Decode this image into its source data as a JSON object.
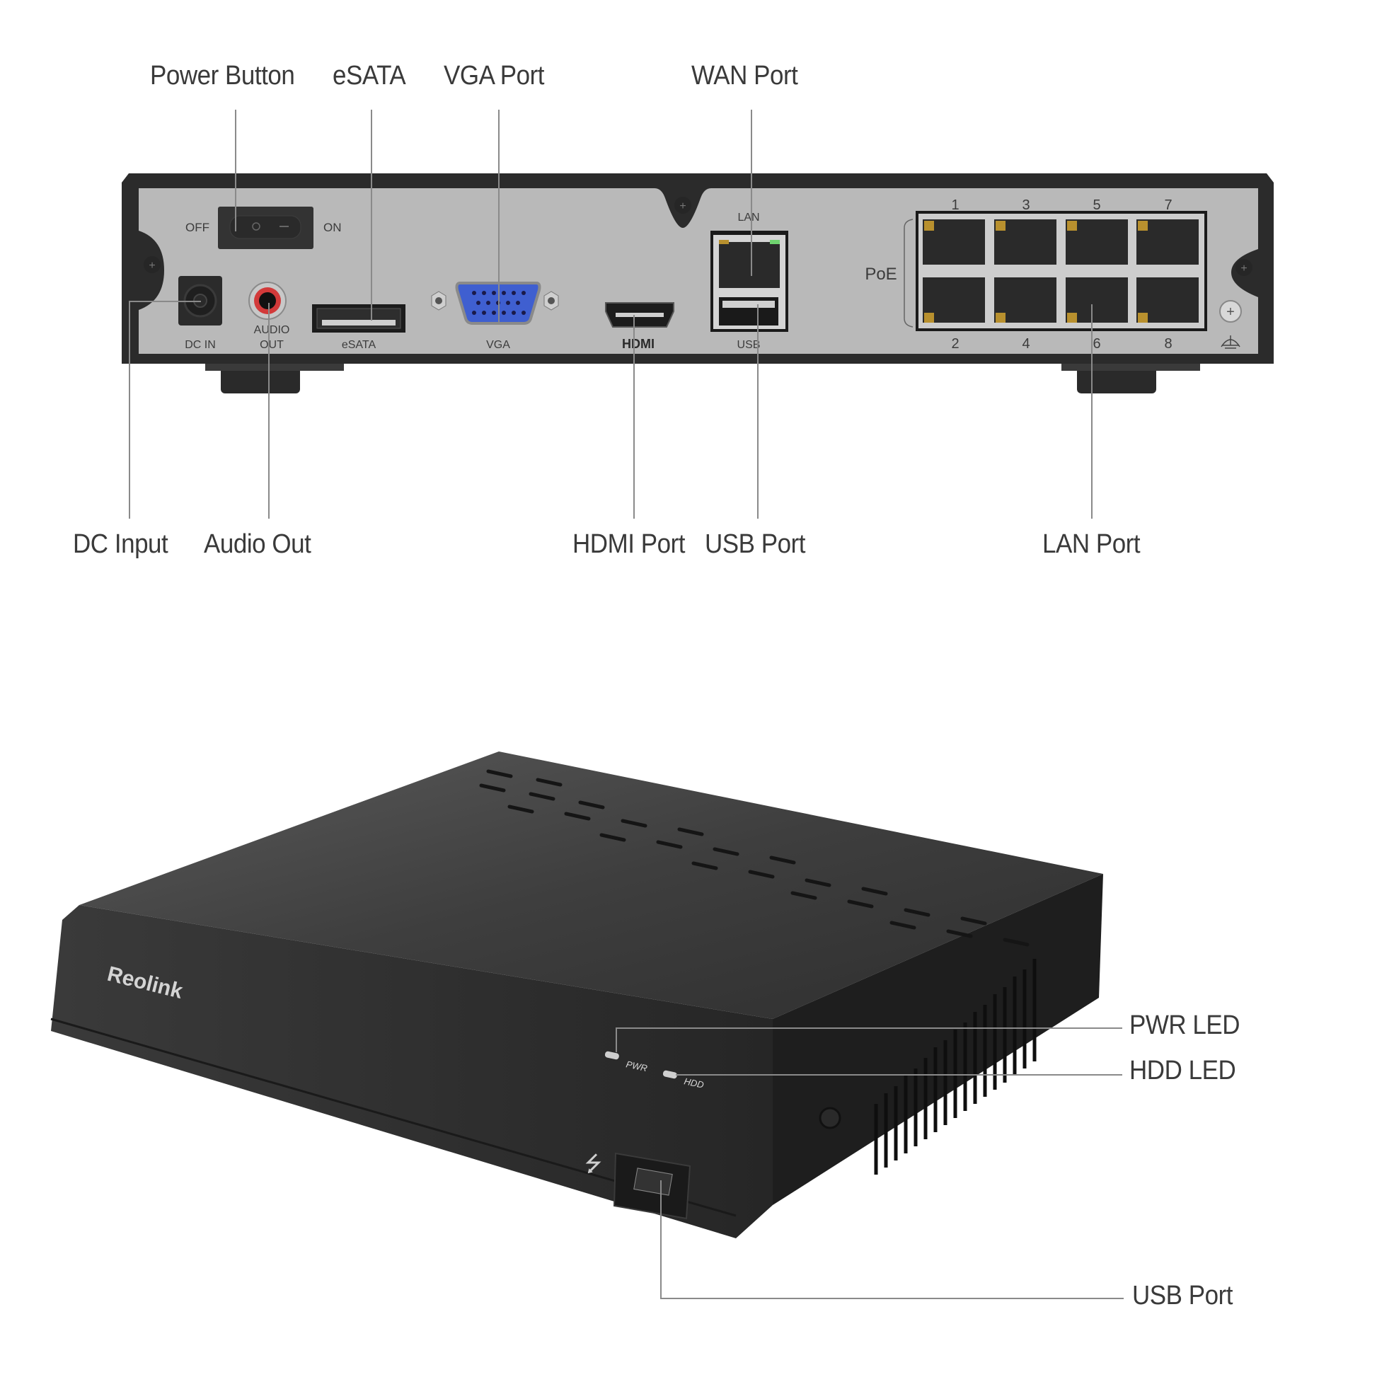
{
  "rear_view": {
    "callouts_top": [
      {
        "label": "Power Button"
      },
      {
        "label": "eSATA"
      },
      {
        "label": "VGA Port"
      },
      {
        "label": "WAN Port"
      }
    ],
    "callouts_bottom": [
      {
        "label": "DC Input"
      },
      {
        "label": "Audio Out"
      },
      {
        "label": "HDMI Port"
      },
      {
        "label": "USB Port"
      },
      {
        "label": "LAN Port"
      }
    ],
    "panel_markings": {
      "switch_off": "OFF",
      "switch_on": "ON",
      "dc_in": "DC IN",
      "audio_line1": "AUDIO",
      "audio_line2": "OUT",
      "esata": "eSATA",
      "vga": "VGA",
      "hdmi": "HDMI",
      "lan": "LAN",
      "usb": "USB",
      "poe": "PoE",
      "poe_ports_top": [
        "1",
        "3",
        "5",
        "7"
      ],
      "poe_ports_bottom": [
        "2",
        "4",
        "6",
        "8"
      ]
    },
    "colors": {
      "chassis": "#2b2b2b",
      "panel": "#b9b9b9",
      "vga_blue": "#3f5fd0",
      "audio_red": "#d23a3a",
      "led_green": "#6fd36f",
      "led_amber": "#b8902e"
    }
  },
  "front_view": {
    "brand": "Reolink",
    "leds": [
      {
        "label": "PWR"
      },
      {
        "label": "HDD"
      }
    ],
    "callouts": [
      {
        "label": "PWR LED"
      },
      {
        "label": "HDD LED"
      },
      {
        "label": "USB Port"
      }
    ],
    "colors": {
      "body_top": "#4a4a4a",
      "body_front": "#2f2f2f",
      "body_side": "#1e1e1e"
    }
  }
}
